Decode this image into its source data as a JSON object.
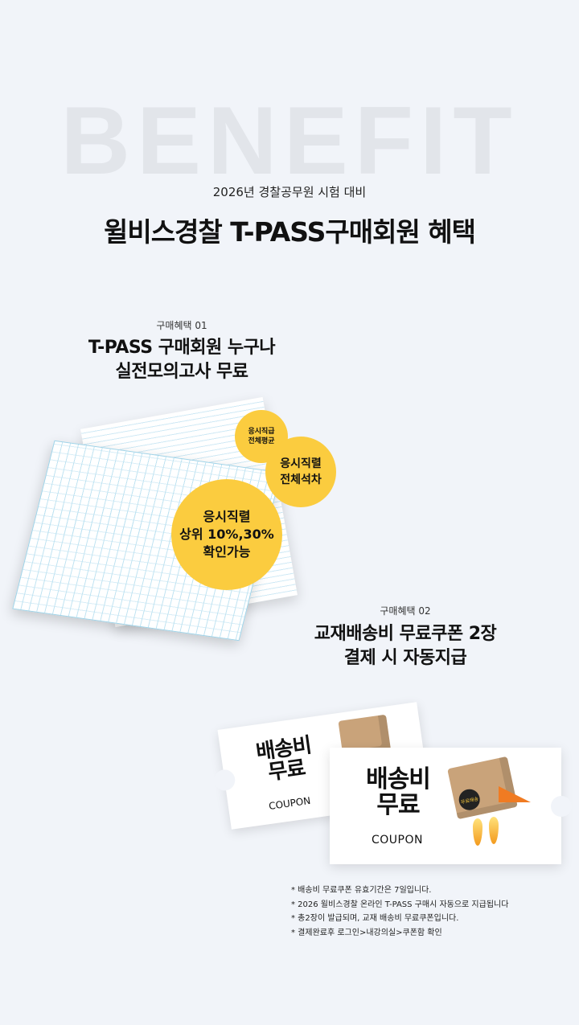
{
  "watermark": "BENEFIT",
  "header": {
    "subtitle": "2026년 경찰공무원 시험 대비",
    "title": "윌비스경찰 T-PASS구매회원 혜택"
  },
  "benefit1": {
    "label": "구매혜택 01",
    "line1": "T-PASS 구매회원 누구나",
    "line2": "실전모의고사 무료",
    "badges": {
      "small": [
        "응시직급",
        "전체평균"
      ],
      "medium": [
        "응시직렬",
        "전체석차"
      ],
      "large": [
        "응시직렬",
        "상위 10%,30%",
        "확인가능"
      ]
    }
  },
  "benefit2": {
    "label": "구매혜택 02",
    "line1": "교재배송비 무료쿠폰 2장",
    "line2": "결제 시 자동지급",
    "coupon": {
      "title1": "배송비",
      "title2": "무료",
      "word": "COUPON",
      "box_stamp": "무료배송"
    }
  },
  "notes": [
    "* 배송비 무료쿠폰 유효기간은 7일입니다.",
    "* 2026 윌비스경찰 온라인 T-PASS 구매시 자동으로 지급됩니다",
    "* 총2장이 발급되며, 교재 배송비 무료쿠폰입니다.",
    "* 결제완료후 로그인>내강의실>쿠폰함 확인"
  ],
  "colors": {
    "background": "#f1f4f9",
    "badge": "#fbcc3f"
  }
}
